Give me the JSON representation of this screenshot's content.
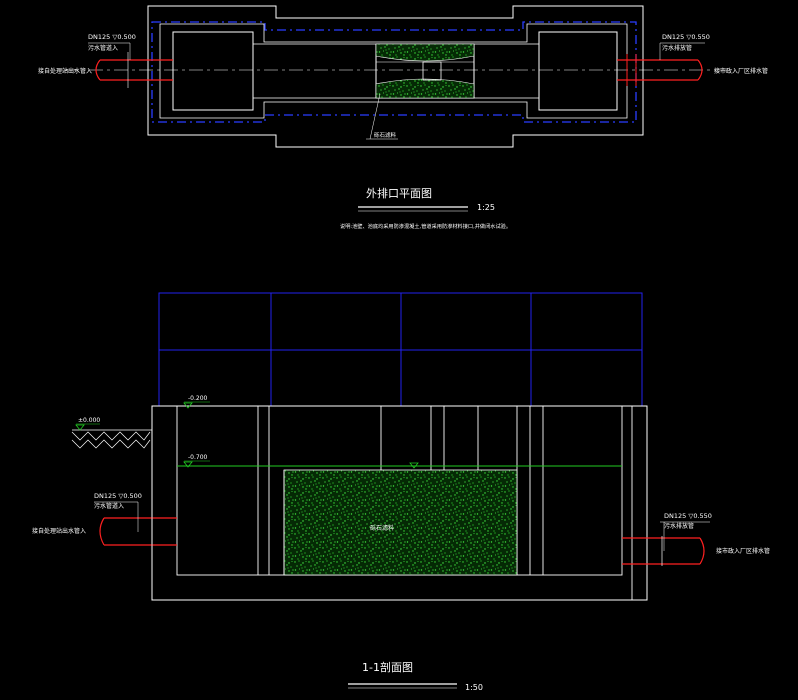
{
  "colors": {
    "background": "#000000",
    "wall": "#ffffff",
    "pipe": "#ff2020",
    "grid": "#2222ee",
    "dash": "#2a3dff",
    "water": "#22cc22",
    "fill": "#33dd33",
    "text": "#ffffff",
    "cyan": "#55e8ff"
  },
  "plan": {
    "title": "外排口平面图",
    "scale": "1:25",
    "note": "说明:池壁、池底均采用防渗混凝土,管道采用防渗材料接口,并做闭水试验。",
    "left_pipe": {
      "dn": "DN125  ▽0.500",
      "label": "污水管道入",
      "side_label": "接自处理站出水管入"
    },
    "right_pipe": {
      "dn": "DN125  ▽0.550",
      "label": "污水排放管",
      "side_label": "接市政入厂区排水管"
    },
    "fill_label": "砾石滤料"
  },
  "section": {
    "title": "1-1剖面图",
    "scale": "1:50",
    "ground_level": "±0.000",
    "top_level": "-0.200",
    "water_level": "-0.700",
    "left_pipe": {
      "dn": "DN125  ▽0.500",
      "label": "污水管道入",
      "side_label": "接自处理站出水管入"
    },
    "right_pipe": {
      "dn": "DN125  ▽0.550",
      "label": "污水排放管",
      "side_label": "接市政入厂区排水管"
    },
    "fill_label": "砾石滤料"
  }
}
